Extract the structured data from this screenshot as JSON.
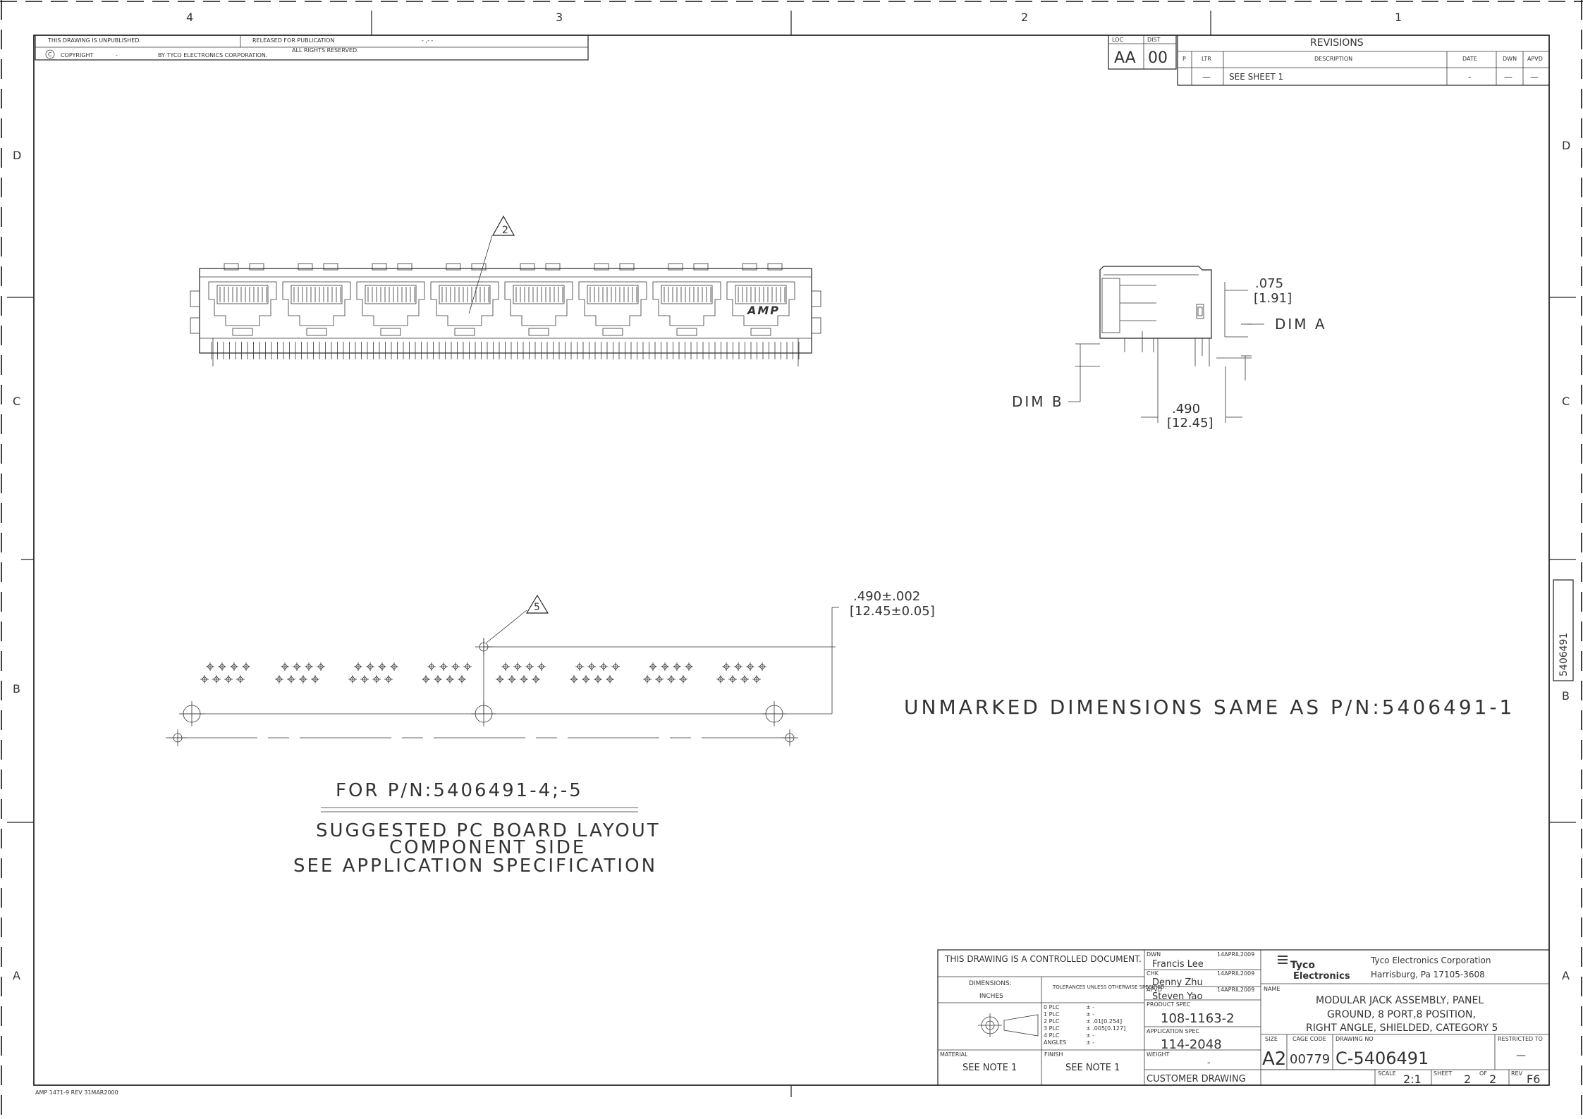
{
  "zones": {
    "columns": [
      "4",
      "3",
      "2",
      "1"
    ],
    "rows": [
      "D",
      "C",
      "B",
      "A"
    ]
  },
  "header": {
    "unpublished": "THIS DRAWING IS UNPUBLISHED.",
    "released": "RELEASED FOR PUBLICATION",
    "released_value": "- ,-  -",
    "copyright": "COPYRIGHT",
    "copyright_dash": "-",
    "by": "BY TYCO ELECTRONICS CORPORATION.",
    "rights": "ALL RIGHTS RESERVED."
  },
  "loc_dist": {
    "loc_label": "LOC",
    "loc_value": "AA",
    "dist_label": "DIST",
    "dist_value": "00"
  },
  "revisions": {
    "title": "REVISIONS",
    "headers": [
      "P",
      "LTR",
      "DESCRIPTION",
      "DATE",
      "DWN",
      "APVD"
    ],
    "row": [
      "",
      "—",
      "SEE SHEET 1",
      "-",
      "—",
      "—"
    ]
  },
  "top_view": {
    "callout": "2",
    "logo": "AMP"
  },
  "side_view": {
    "dim1": ".075",
    "dim1_mm": "[1.91]",
    "dim_a": "DIM A",
    "dim_b": "DIM B",
    "dim2": ".490",
    "dim2_mm": "[12.45]"
  },
  "pcb_layout": {
    "callout": "5",
    "dim": ".490±.002",
    "dim_mm": "[12.45±0.05]",
    "for_pn": "FOR P/N:5406491-4;-5",
    "title_lines": [
      "SUGGESTED PC BOARD LAYOUT",
      "COMPONENT SIDE",
      "SEE APPLICATION SPECIFICATION"
    ]
  },
  "note": "UNMARKED DIMENSIONS SAME AS P/N:5406491-1",
  "side_tab": "5406491",
  "title_block": {
    "controlled": "THIS DRAWING IS A CONTROLLED DOCUMENT.",
    "dimensions_label": "DIMENSIONS:",
    "dimensions_unit": "INCHES",
    "tolerances_label": "TOLERANCES UNLESS OTHERWISE SPECIFIED:",
    "tol_rows": [
      {
        "plc": "0 PLC",
        "val": "± -"
      },
      {
        "plc": "1 PLC",
        "val": "± -"
      },
      {
        "plc": "2 PLC",
        "val": "± .01[0.254]"
      },
      {
        "plc": "3 PLC",
        "val": "± .005[0.127]"
      },
      {
        "plc": "4 PLC",
        "val": "± -"
      },
      {
        "plc": "ANGLES",
        "val": "± -"
      }
    ],
    "material_label": "MATERIAL",
    "material_value": "SEE NOTE 1",
    "finish_label": "FINISH",
    "finish_value": "SEE NOTE 1",
    "dwn_label": "DWN",
    "dwn_name": "Francis Lee",
    "dwn_date": "14APRIL2009",
    "chk_label": "CHK",
    "chk_name": "Denny Zhu",
    "chk_date": "14APRIL2009",
    "apvd_label": "APVD",
    "apvd_name": "Steven Yao",
    "apvd_date": "14APRIL2009",
    "product_spec_label": "PRODUCT SPEC",
    "product_spec": "108-1163-2",
    "application_spec_label": "APPLICATION SPEC",
    "application_spec": "114-2048",
    "weight_label": "WEIGHT",
    "weight_value": "-",
    "customer_drawing": "CUSTOMER DRAWING",
    "company_logo_1": "Tyco",
    "company_logo_2": "Electronics",
    "company_name": "Tyco Electronics Corporation",
    "company_address": "Harrisburg, Pa 17105-3608",
    "name_label": "NAME",
    "name_lines": [
      "MODULAR JACK ASSEMBLY, PANEL",
      "GROUND, 8 PORT,8 POSITION,",
      "RIGHT ANGLE, SHIELDED, CATEGORY 5"
    ],
    "size_label": "SIZE",
    "size_value": "A2",
    "cage_label": "CAGE CODE",
    "cage_value": "00779",
    "drawing_no_label": "DRAWING NO",
    "drawing_no": "C-5406491",
    "restricted_label": "RESTRICTED TO",
    "restricted_value": "—",
    "scale_label": "SCALE",
    "scale_value": "2:1",
    "sheet_label": "SHEET",
    "sheet_value": "2",
    "of_label": "OF",
    "of_value": "2",
    "rev_label": "REV",
    "rev_value": "F6"
  },
  "footer": "AMP 1471-9 REV 31MAR2000"
}
